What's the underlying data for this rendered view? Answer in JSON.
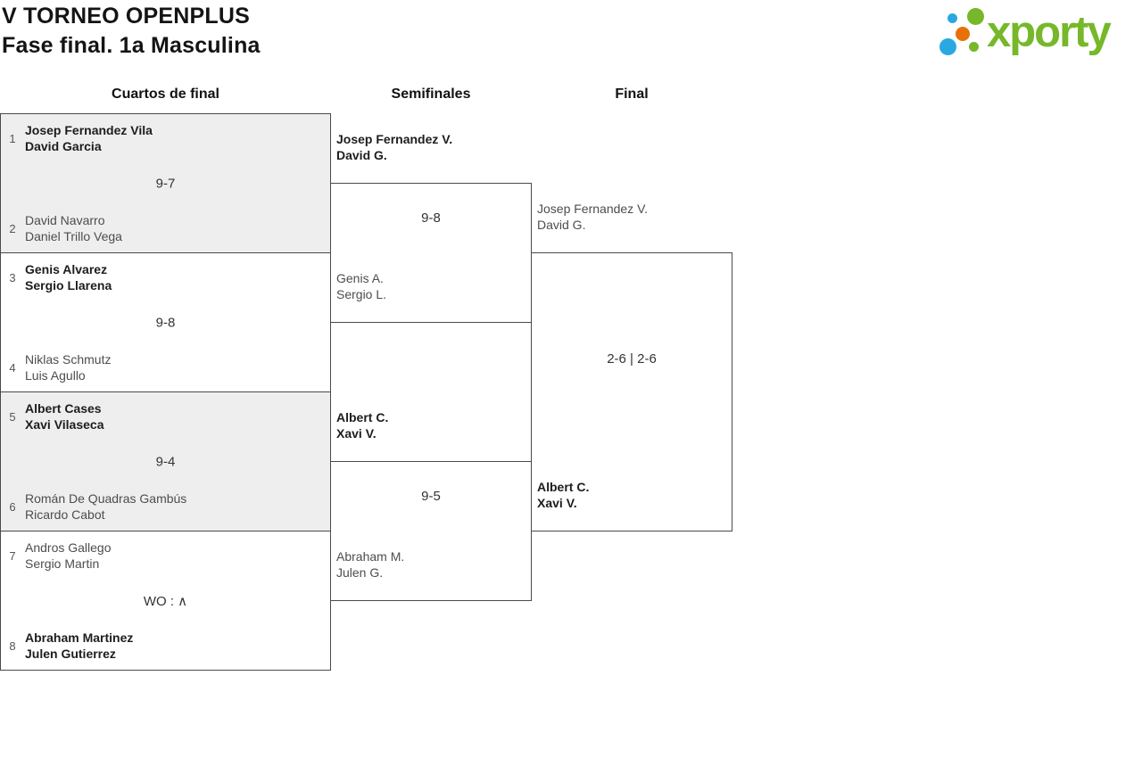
{
  "header": {
    "title_line1": "V TORNEO OPENPLUS",
    "title_line2": "Fase final. 1a Masculina",
    "logo_text": "xporty"
  },
  "rounds": {
    "quarterfinals_label": "Cuartos de final",
    "semifinals_label": "Semifinales",
    "final_label": "Final"
  },
  "colors": {
    "logo-green": "#76b82a",
    "logo-blue": "#29a9e0",
    "logo-orange": "#e8700a",
    "box-shaded": "#eeeeee",
    "box-border": "#4a4a4a",
    "winner-text": "#1d1d1d",
    "loser-text": "#4d4d4d",
    "score-text": "#333333",
    "title-text": "#141414"
  },
  "quarterfinals": [
    {
      "seed_top": "1",
      "team_top": [
        "Josep Fernandez Vila",
        "David Garcia"
      ],
      "team_top_winner": true,
      "score": "9-7",
      "seed_bottom": "2",
      "team_bottom": [
        "David Navarro",
        "Daniel Trillo Vega"
      ],
      "team_bottom_winner": false
    },
    {
      "seed_top": "3",
      "team_top": [
        "Genis Alvarez",
        "Sergio Llarena"
      ],
      "team_top_winner": true,
      "score": "9-8",
      "seed_bottom": "4",
      "team_bottom": [
        "Niklas Schmutz",
        "Luis Agullo"
      ],
      "team_bottom_winner": false
    },
    {
      "seed_top": "5",
      "team_top": [
        "Albert Cases",
        "Xavi Vilaseca"
      ],
      "team_top_winner": true,
      "score": "9-4",
      "seed_bottom": "6",
      "team_bottom": [
        "Román De Quadras Gambús",
        "Ricardo Cabot"
      ],
      "team_bottom_winner": false
    },
    {
      "seed_top": "7",
      "team_top": [
        "Andros Gallego",
        "Sergio Martin"
      ],
      "team_top_winner": false,
      "score": "WO : ∧",
      "seed_bottom": "8",
      "team_bottom": [
        "Abraham Martinez",
        "Julen Gutierrez"
      ],
      "team_bottom_winner": true
    }
  ],
  "semifinals": [
    {
      "team_top": [
        "Josep Fernandez V.",
        "David G."
      ],
      "team_top_winner": true,
      "score": "9-8",
      "team_bottom": [
        "Genis A.",
        "Sergio L."
      ],
      "team_bottom_winner": false
    },
    {
      "team_top": [
        "Albert C.",
        "Xavi V."
      ],
      "team_top_winner": true,
      "score": "9-5",
      "team_bottom": [
        "Abraham M.",
        "Julen G."
      ],
      "team_bottom_winner": false
    }
  ],
  "final": {
    "team_top": [
      "Josep Fernandez V.",
      "David G."
    ],
    "team_top_winner": false,
    "score": "2-6 | 2-6",
    "team_bottom": [
      "Albert C.",
      "Xavi V."
    ],
    "team_bottom_winner": true
  }
}
